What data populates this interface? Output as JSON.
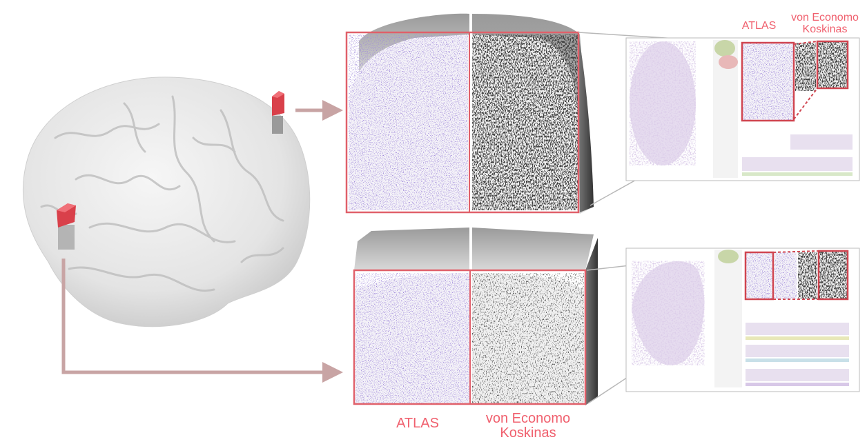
{
  "labels": {
    "atlas_bottom": "ATLAS",
    "vek_bottom_line1": "von Economo",
    "vek_bottom_line2": "Koskinas",
    "atlas_top_right": "ATLAS",
    "vek_top_right_line1": "von Economo",
    "vek_top_right_line2": "Koskinas"
  },
  "colors": {
    "highlight": "#e0606a",
    "label": "#f0606e",
    "arrow": "#c8a4a4",
    "leader": "#b8b8b8"
  }
}
